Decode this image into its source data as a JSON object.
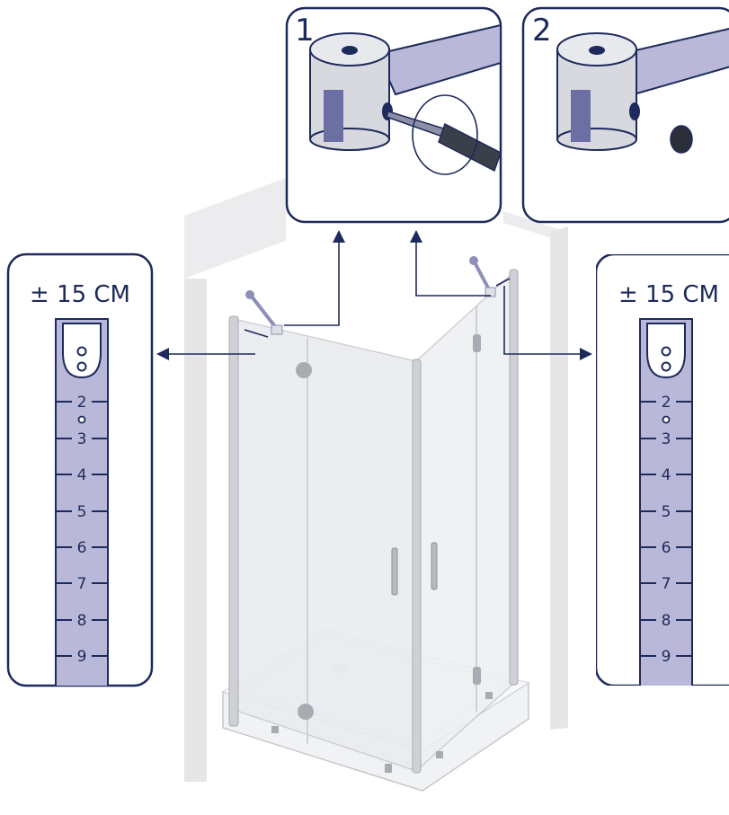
{
  "steps": {
    "step1": {
      "number": "1"
    },
    "step2": {
      "number": "2"
    }
  },
  "adjust_left": {
    "range_label": "± 15 CM",
    "scale": [
      "2",
      "3",
      "4",
      "5",
      "6",
      "7",
      "8",
      "9"
    ]
  },
  "adjust_right": {
    "range_label": "± 15 CM",
    "scale": [
      "2",
      "3",
      "4",
      "5",
      "6",
      "7",
      "8",
      "9"
    ]
  },
  "colors": {
    "outline": "#1d2a5c",
    "rod": "#b9b8d8",
    "wall": "#e8e8ea",
    "glass": "#eef0f2",
    "frame": "#c9cbd0"
  }
}
